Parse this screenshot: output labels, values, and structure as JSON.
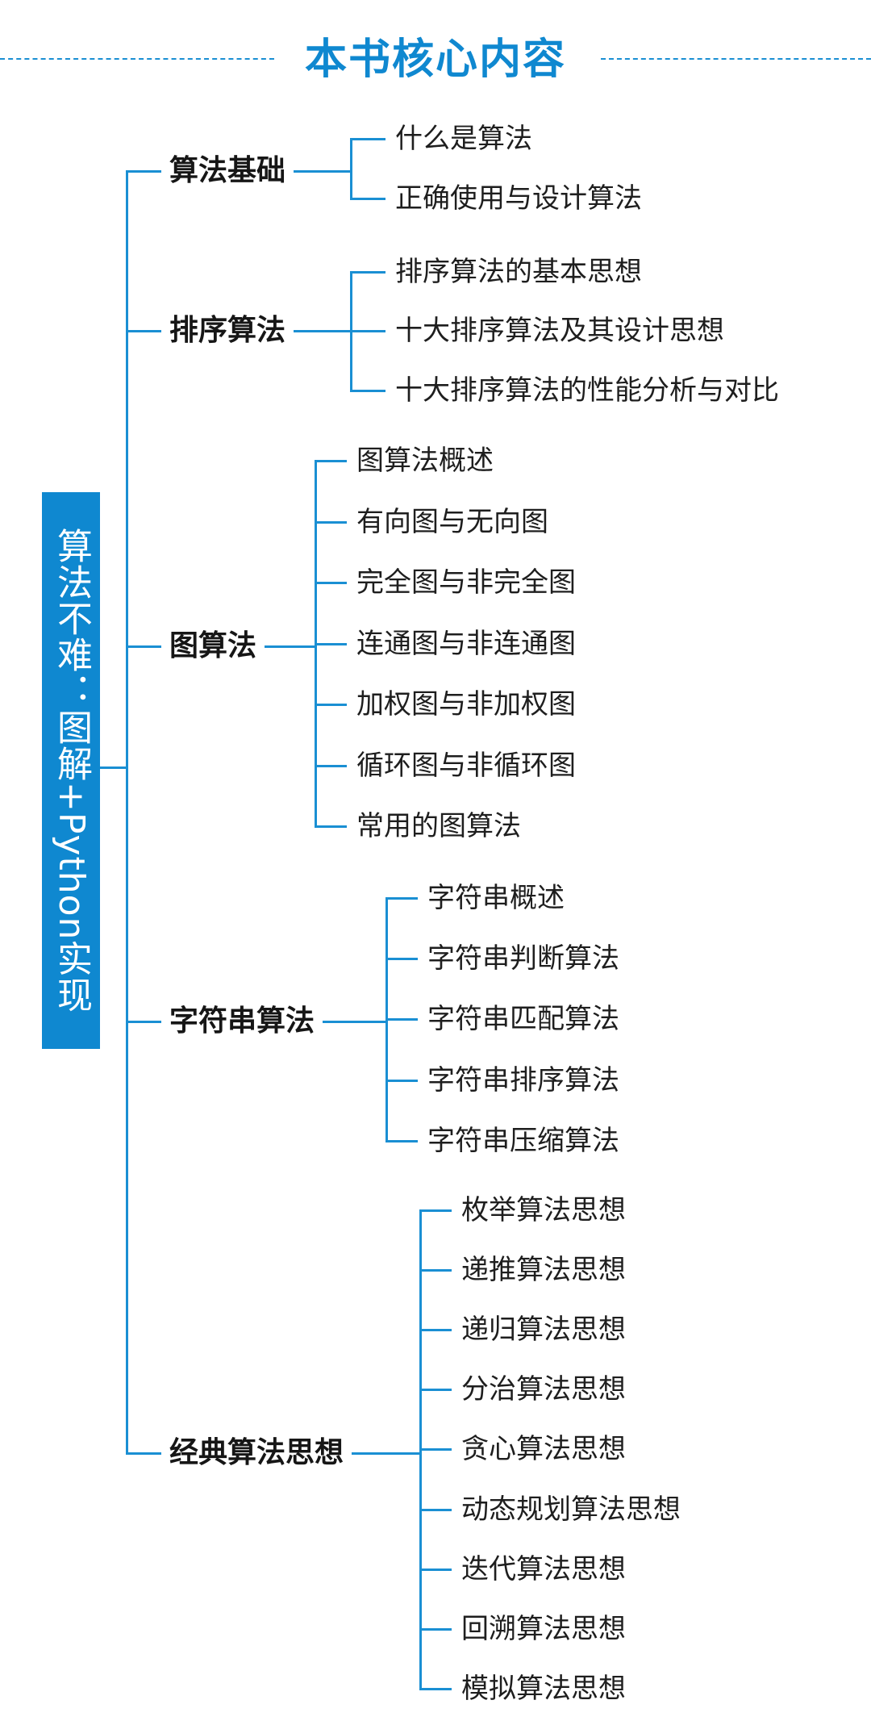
{
  "title": "本书核心内容",
  "root": "算法不难：图解+Python实现",
  "categories": [
    {
      "label": "算法基础",
      "items": [
        "什么是算法",
        "正确使用与设计算法"
      ]
    },
    {
      "label": "排序算法",
      "items": [
        "排序算法的基本思想",
        "十大排序算法及其设计思想",
        "十大排序算法的性能分析与对比"
      ]
    },
    {
      "label": "图算法",
      "items": [
        "图算法概述",
        "有向图与无向图",
        "完全图与非完全图",
        "连通图与非连通图",
        "加权图与非加权图",
        "循环图与非循环图",
        "常用的图算法"
      ]
    },
    {
      "label": "字符串算法",
      "items": [
        "字符串概述",
        "字符串判断算法",
        "字符串匹配算法",
        "字符串排序算法",
        "字符串压缩算法"
      ]
    },
    {
      "label": "经典算法思想",
      "items": [
        "枚举算法思想",
        "递推算法思想",
        "递归算法思想",
        "分治算法思想",
        "贪心算法思想",
        "动态规划算法思想",
        "迭代算法思想",
        "回溯算法思想",
        "模拟算法思想"
      ]
    }
  ],
  "colors": {
    "accent": "#0f88d0",
    "line": "#1a8fd3",
    "text": "#1e1e1e"
  }
}
